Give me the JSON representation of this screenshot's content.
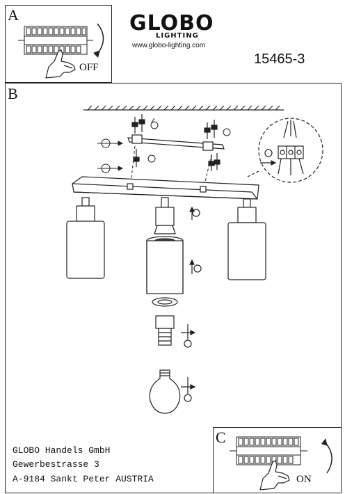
{
  "panel_a": {
    "letter": "A",
    "off_label": "OFF"
  },
  "panel_b": {
    "letter": "B"
  },
  "panel_c": {
    "letter": "C",
    "on_label": "ON"
  },
  "brand": {
    "name": "GLOBO",
    "tagline": "LIGHTING",
    "website": "www.globo-lighting.com"
  },
  "product_number": "15465-3",
  "company": {
    "name": "GLOBO Handels GmbH",
    "street": "Gewerbestrasse 3",
    "city": "A-9184 Sankt Peter AUSTRIA"
  },
  "icons": [
    "screwdriver-icon",
    "hand-icon",
    "rotate-arrow-icon",
    "terminal-block-icon",
    "light-bulb-icon"
  ]
}
